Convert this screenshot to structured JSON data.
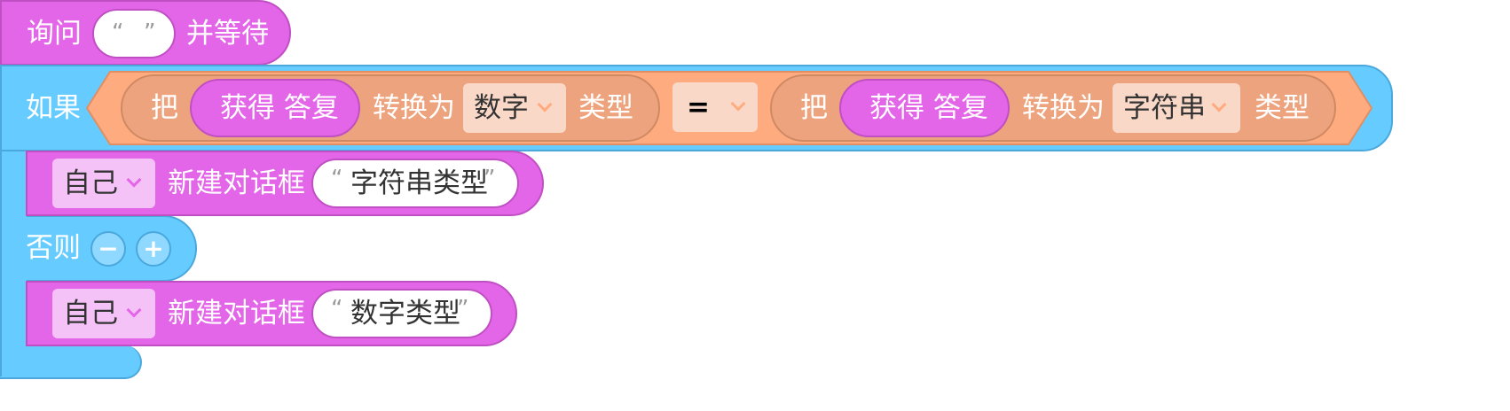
{
  "ask_block": {
    "prefix": "询问",
    "value": "",
    "suffix": "并等待"
  },
  "if_block": {
    "label": "如果",
    "condition": {
      "left": {
        "prefix": "把",
        "reporter": "获得 答复",
        "mid": "转换为",
        "type": "数字",
        "suffix": "类型"
      },
      "operator": "=",
      "right": {
        "prefix": "把",
        "reporter": "获得 答复",
        "mid": "转换为",
        "type": "字符串",
        "suffix": "类型"
      }
    },
    "then": {
      "target": "自己",
      "action": "新建对话框",
      "text": "字符串类型"
    },
    "else_label": "否则",
    "else_minus": "−",
    "else_plus": "+",
    "else": {
      "target": "自己",
      "action": "新建对话框",
      "text": "数字类型"
    }
  },
  "colors": {
    "looks_block": "#e466e8",
    "control_block": "#66ccff",
    "operator_block": "#ffab80",
    "convert_block": "#eda47e",
    "dropdown_chevron": "#ffab80"
  },
  "icons": [
    "chevron-down-icon",
    "minus-icon",
    "plus-icon",
    "open-quote-icon",
    "close-quote-icon"
  ]
}
